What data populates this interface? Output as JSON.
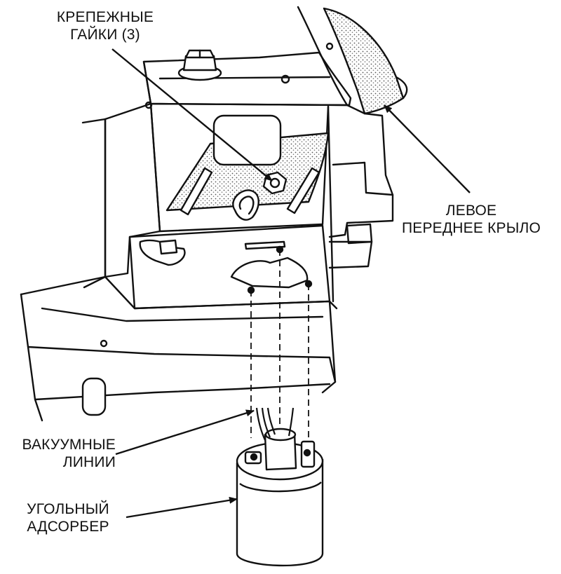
{
  "labels": {
    "nuts": {
      "line1": "КРЕПЕЖНЫЕ",
      "line2": "ГАЙКИ (3)"
    },
    "fender": {
      "line1": "ЛЕВОЕ",
      "line2": "ПЕРЕДНЕЕ КРЫЛО"
    },
    "vacuum": {
      "line1": "ВАКУУМНЫЕ",
      "line2": "ЛИНИИ"
    },
    "canister": {
      "line1": "УГОЛЬНЫЙ",
      "line2": "АДСОРБЕР"
    }
  }
}
